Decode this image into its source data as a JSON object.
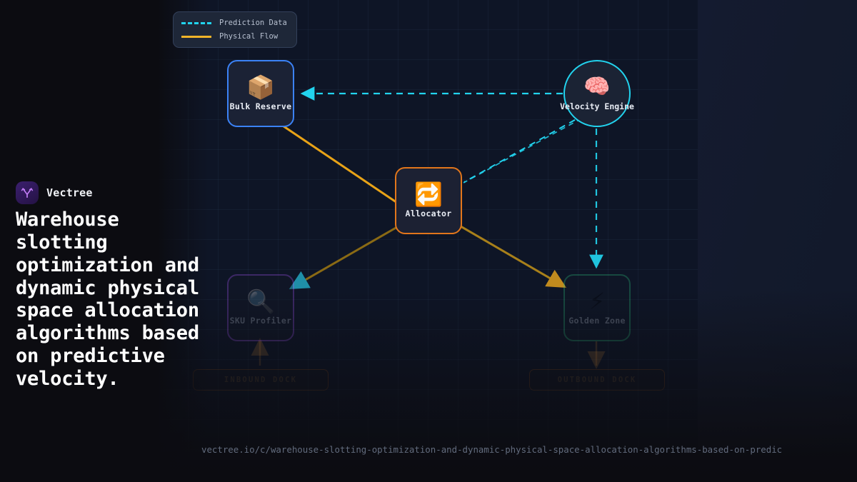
{
  "brand": {
    "name": "Vectree",
    "mark_icon": "vectree-branch-icon",
    "accent": "#a855f7"
  },
  "headline": "Warehouse slotting optimization and dynamic physical space allocation algorithms based on predictive velocity.",
  "url": "vectree.io/c/warehouse-slotting-optimization-and-dynamic-physical-space-allocation-algorithms-based-on-predic",
  "legend": {
    "items": [
      {
        "label": "Prediction Data",
        "style": "dashed",
        "color": "#22d3ee"
      },
      {
        "label": "Physical Flow",
        "style": "solid",
        "color": "#f0b429"
      }
    ]
  },
  "diagram": {
    "nodes": [
      {
        "id": "bulk",
        "label": "Bulk Reserve",
        "icon": "package-emoji",
        "glyph": "📦",
        "shape": "rounded-square",
        "color": "#3b82f6",
        "dimmed": false
      },
      {
        "id": "velocity",
        "label": "Velocity Engine",
        "icon": "brain-emoji",
        "glyph": "🧠",
        "shape": "circle",
        "color": "#22d3ee",
        "dimmed": false
      },
      {
        "id": "alloc",
        "label": "Allocator",
        "icon": "repeat-arrows-icon",
        "glyph": "🔁",
        "shape": "rounded-square",
        "color": "#e2761b",
        "dimmed": false
      },
      {
        "id": "sku",
        "label": "SKU Profiler",
        "icon": "magnifying-glass-emoji",
        "glyph": "🔍",
        "shape": "rounded-square",
        "color": "#a855f7",
        "dimmed": true
      },
      {
        "id": "golden",
        "label": "Golden Zone",
        "icon": "lightning-bolt-emoji",
        "glyph": "⚡",
        "shape": "rounded-square",
        "color": "#2ec27e",
        "dimmed": true
      }
    ],
    "docks": [
      {
        "id": "inbound",
        "label": "INBOUND DOCK",
        "arrow": "up"
      },
      {
        "id": "outbound",
        "label": "OUTBOUND DOCK",
        "arrow": "down"
      }
    ],
    "edges": [
      {
        "from": "velocity",
        "to": "bulk",
        "type": "prediction"
      },
      {
        "from": "velocity",
        "to": "alloc",
        "type": "prediction"
      },
      {
        "from": "velocity",
        "to": "golden",
        "type": "prediction"
      },
      {
        "from": "bulk",
        "to": "alloc",
        "type": "physical"
      },
      {
        "from": "alloc",
        "to": "sku",
        "type": "physical"
      },
      {
        "from": "alloc",
        "to": "golden",
        "type": "physical"
      }
    ]
  }
}
